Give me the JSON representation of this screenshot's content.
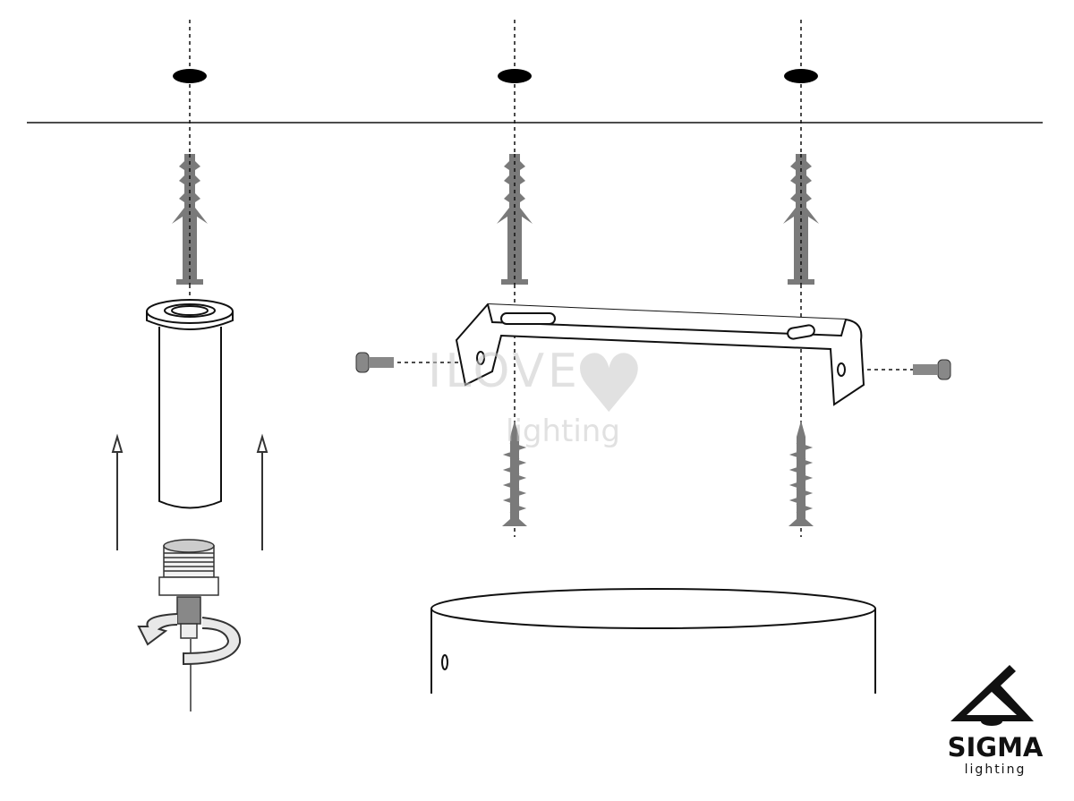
{
  "logo": {
    "name": "SIGMA",
    "sub": "lighting"
  },
  "watermark": {
    "line1": "ILOVE",
    "line2": "lighting"
  },
  "colors": {
    "part_gray": "#7a7a7a",
    "line": "#111111"
  }
}
